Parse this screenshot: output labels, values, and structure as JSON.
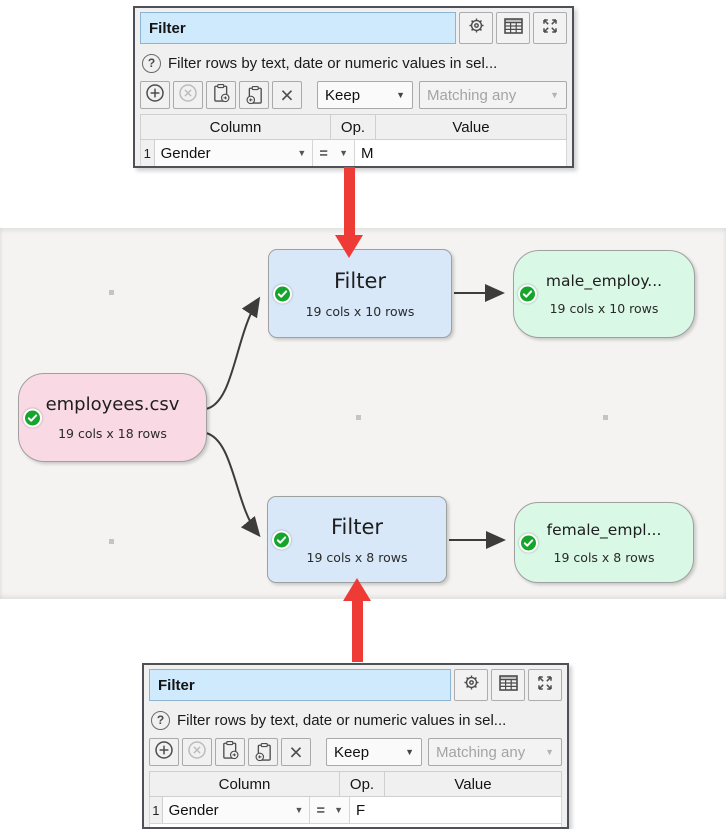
{
  "panels": {
    "top": {
      "title": "Filter",
      "help_text": "Filter rows by text, date or numeric values in sel...",
      "keep": "Keep",
      "matching": "Matching any",
      "headers": {
        "column": "Column",
        "op": "Op.",
        "value": "Value"
      },
      "row": {
        "num": "1",
        "column": "Gender",
        "op": "=",
        "value": "M"
      }
    },
    "bottom": {
      "title": "Filter",
      "help_text": "Filter rows by text, date or numeric values in sel...",
      "keep": "Keep",
      "matching": "Matching any",
      "headers": {
        "column": "Column",
        "op": "Op.",
        "value": "Value"
      },
      "row": {
        "num": "1",
        "column": "Gender",
        "op": "=",
        "value": "F"
      }
    }
  },
  "canvas": {
    "nodes": {
      "source": {
        "title": "employees.csv",
        "subtitle": "19 cols x 18 rows"
      },
      "filter_top": {
        "title": "Filter",
        "subtitle": "19 cols x 10 rows"
      },
      "output_top": {
        "title": "male_employ...",
        "subtitle": "19 cols x 10 rows"
      },
      "filter_bottom": {
        "title": "Filter",
        "subtitle": "19 cols x 8 rows"
      },
      "output_bottom": {
        "title": "female_empl...",
        "subtitle": "19 cols x 8 rows"
      }
    }
  },
  "icons": {
    "help": "?",
    "dropdown_arrow": "▼",
    "remove": "×"
  },
  "colors": {
    "source_node": "#f9d9e4",
    "transform_node": "#d8e8f9",
    "output_node": "#d9f8e6",
    "status_ok": "#16a52c",
    "callout_arrow": "#ee3b35",
    "title_field": "#cfe9fd"
  }
}
